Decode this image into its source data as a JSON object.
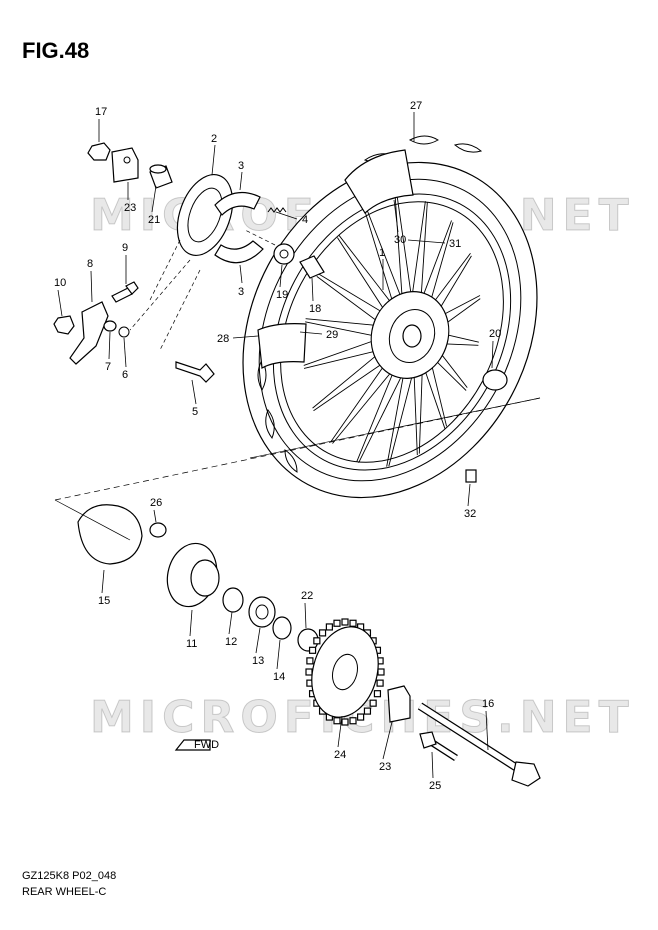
{
  "figure_title": "FIG.48",
  "footer": {
    "code": "GZ125K8 P02_048",
    "caption": "REAR WHEEL-C"
  },
  "watermark": "MICROFICHES.NET",
  "fwd_label": "FWD",
  "callouts": [
    "1",
    "2",
    "3",
    "3",
    "4",
    "5",
    "6",
    "7",
    "8",
    "9",
    "10",
    "11",
    "12",
    "13",
    "14",
    "15",
    "16",
    "17",
    "18",
    "19",
    "20",
    "21",
    "22",
    "23",
    "23",
    "24",
    "25",
    "26",
    "27",
    "28",
    "29",
    "30",
    "31",
    "32"
  ]
}
